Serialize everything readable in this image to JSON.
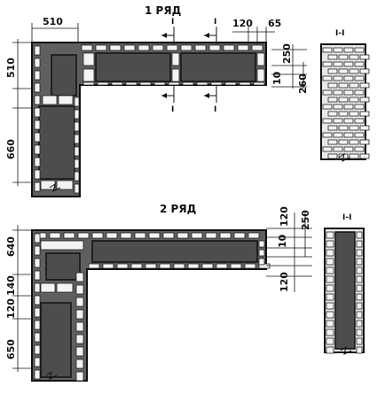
{
  "row1": {
    "title": "1 РЯД",
    "dims": {
      "top_width": "510",
      "d120": "120",
      "d65": "65",
      "d250": "250",
      "d10": "10",
      "d260": "260",
      "left_510": "510",
      "left_660": "660"
    },
    "section_mark": "I",
    "section_label": "I-I"
  },
  "row2": {
    "title": "2 РЯД",
    "dims": {
      "d120": "120",
      "d250": "250",
      "d10": "10",
      "d120b": "120",
      "left_640": "640",
      "left_140": "140",
      "left_120": "120",
      "left_650": "650"
    },
    "section_label": "I-I"
  }
}
